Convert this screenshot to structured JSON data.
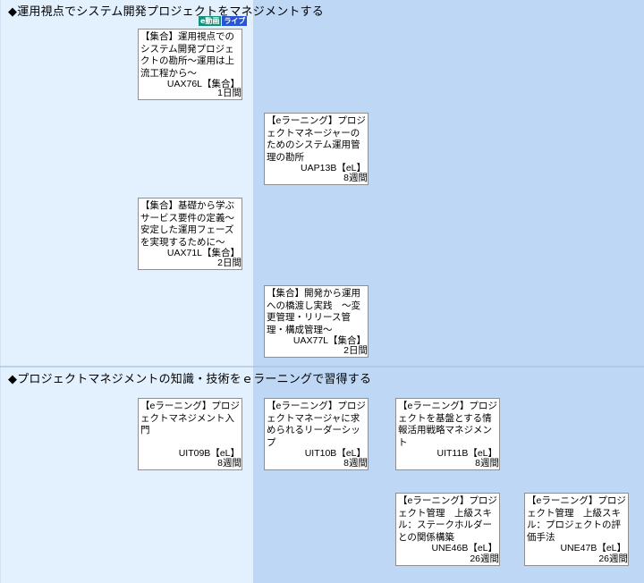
{
  "colors": {
    "left_column_bg": "#e3f0fe",
    "right_area_bg": "#bdd7f4",
    "card_bg": "#ffffff",
    "card_border": "#8f8f8f",
    "badge_video": "#16907a",
    "badge_live": "#2855d8"
  },
  "sections": [
    {
      "title": "◆運用視点でシステム開発プロジェクトをマネジメントする",
      "badges": [
        {
          "label": "e動画",
          "color": "#16907a"
        },
        {
          "label": "ライブ",
          "color": "#2855d8"
        }
      ],
      "courses": [
        {
          "title": "【集合】運用視点でのシステム開発プロジェクトの勘所～運用は上流工程から～",
          "code": "UAX76L【集合】",
          "duration": "1日間"
        },
        {
          "title": "【eラーニング】プロジェクトマネージャーのためのシステム運用管理の勘所",
          "code": "UAP13B【eL】",
          "duration": "8週間"
        },
        {
          "title": "【集合】基礎から学ぶサービス要件の定義～安定した運用フェーズを実現するために～",
          "code": "UAX71L【集合】",
          "duration": "2日間"
        },
        {
          "title": "【集合】開発から運用への橋渡し実践　～変更管理・リリース管理・構成管理～",
          "code": "UAX77L【集合】",
          "duration": "2日間"
        }
      ]
    },
    {
      "title": "◆プロジェクトマネジメントの知識・技術をｅラーニングで習得する",
      "courses": [
        {
          "title": "【eラーニング】プロジェクトマネジメント入門",
          "code": "UIT09B【eL】",
          "duration": "8週間"
        },
        {
          "title": "【eラーニング】プロジェクトマネージャに求められるリーダーシップ",
          "code": "UIT10B【eL】",
          "duration": "8週間"
        },
        {
          "title": "【eラーニング】プロジェクトを基盤とする情報活用戦略マネジメント",
          "code": "UIT11B【eL】",
          "duration": "8週間"
        },
        {
          "title": "【eラーニング】プロジェクト管理　上級スキル：ステークホルダーとの関係構築",
          "code": "UNE46B【eL】",
          "duration": "26週間"
        },
        {
          "title": "【eラーニング】プロジェクト管理　上級スキル：プロジェクトの評価手法",
          "code": "UNE47B【eL】",
          "duration": "26週間"
        }
      ]
    }
  ]
}
